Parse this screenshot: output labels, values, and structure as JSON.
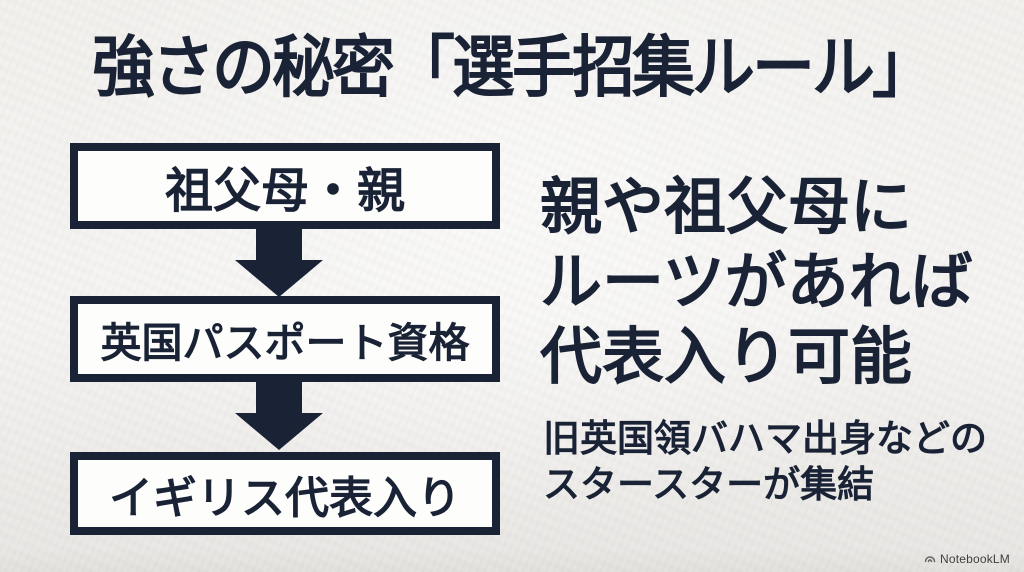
{
  "slide": {
    "title": "強さの秘密「選手招集ルール」",
    "flow": {
      "steps": [
        {
          "label": "祖父母・親"
        },
        {
          "label": "英国パスポート資格"
        },
        {
          "label": "イギリス代表入り"
        }
      ],
      "connector": "down-arrow"
    },
    "right": {
      "headline_lines": [
        "親や祖父母に",
        "ルーツがあれば",
        "代表入り可能"
      ],
      "subtext_lines": [
        "旧英国領バハマ出身などの",
        "スタースターが集結"
      ]
    },
    "watermark": {
      "label": "NotebookLM"
    },
    "colors": {
      "ink": "#1a2336",
      "background": "#f3f2ef",
      "box_fill": "#fdfdfc",
      "watermark_text": "#3f3f3f"
    }
  }
}
